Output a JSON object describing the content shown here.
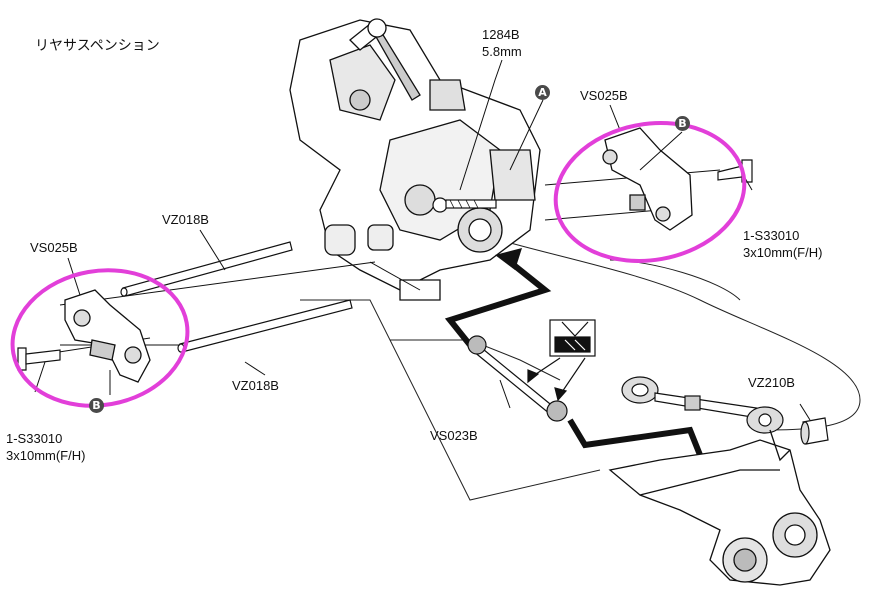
{
  "title": "リヤサスペンション",
  "parts": {
    "screw_1284b": {
      "code": "1284B",
      "size": "5.8mm"
    },
    "vs025b_right": "VS025B",
    "vs025b_left": "VS025B",
    "vz018b_upper": "VZ018B",
    "vz018b_lower": "VZ018B",
    "screw_right": {
      "code": "1-S33010",
      "size": "3x10mm(F/H)"
    },
    "screw_left": {
      "code": "1-S33010",
      "size": "3x10mm(F/H)"
    },
    "vs023b": "VS023B",
    "vz210b": "VZ210B"
  },
  "markers": {
    "a": "A",
    "b": "B"
  },
  "colors": {
    "highlight": "#e23fd9",
    "line": "#111111",
    "path": "#111111"
  }
}
